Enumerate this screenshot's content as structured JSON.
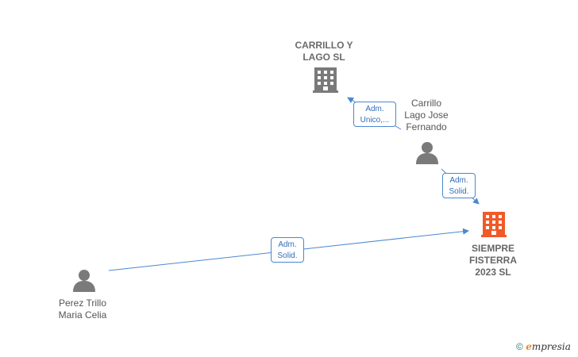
{
  "nodes": {
    "carrillo_company": {
      "line1": "CARRILLO Y",
      "line2": "LAGO  SL"
    },
    "carrillo_person": {
      "line1": "Carrillo",
      "line2": "Lago Jose",
      "line3": "Fernando"
    },
    "siempre_company": {
      "line1": "SIEMPRE",
      "line2": "FISTERRA",
      "line3": "2023  SL"
    },
    "perez_person": {
      "line1": "Perez Trillo",
      "line2": "Maria Celia"
    }
  },
  "edges": {
    "e1": {
      "line1": "Adm.",
      "line2": "Unico,..."
    },
    "e2": {
      "line1": "Adm.",
      "line2": "Solid."
    },
    "e3": {
      "line1": "Adm.",
      "line2": "Solid."
    }
  },
  "footer": {
    "copyright": "©",
    "brand_initial": "e",
    "brand_rest": "mpresia"
  },
  "colors": {
    "edge": "#4a88d0",
    "company": "#7a7a7a",
    "company_main": "#f05a28",
    "person": "#7a7a7a"
  }
}
